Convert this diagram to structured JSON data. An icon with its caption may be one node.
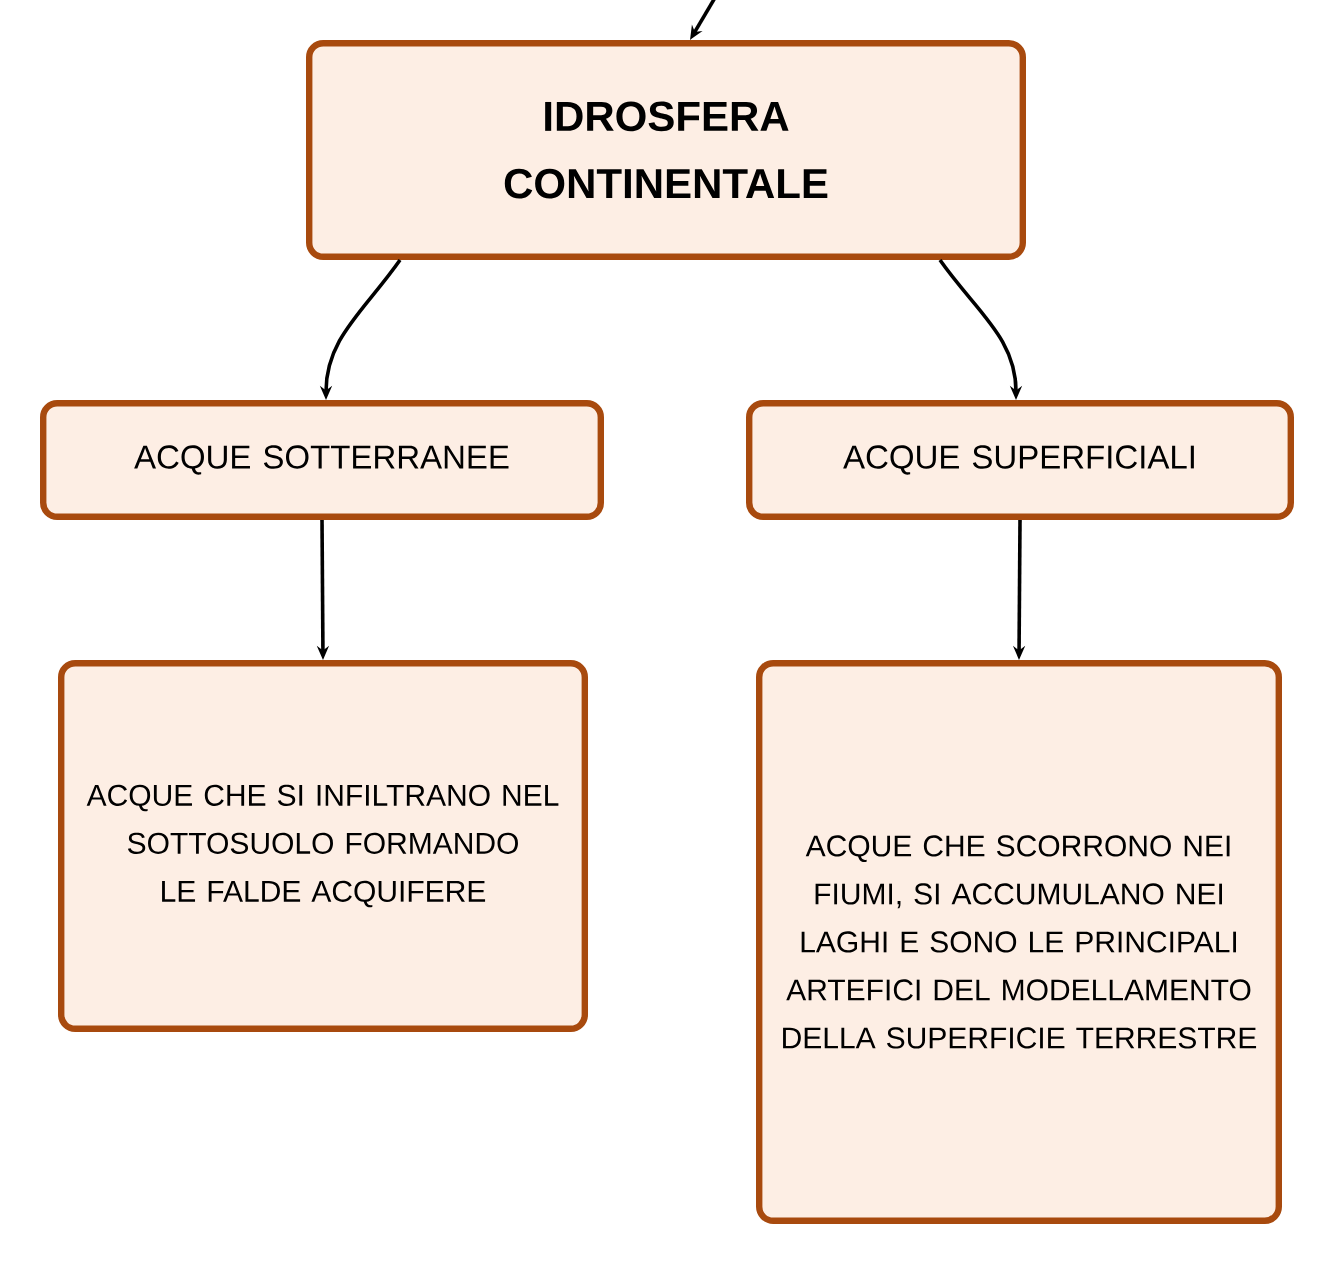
{
  "diagram": {
    "nodes": [
      {
        "text": [
          "IDROSFERA CONTINENTALE"
        ]
      },
      {
        "text": [
          "ACQUE SOTTERRANEE"
        ]
      },
      {
        "text": [
          "ACQUE SUPERFICIALI"
        ]
      },
      {
        "text": [
          "ACQUE CHE SI INFILTRANO NEL SOTTOSUOLO FORMANDO LE FALDE ACQUIFERE"
        ]
      },
      {
        "text": [
          "ACQUE CHE SCORRONO NEI FIUMI, SI ACCUMULANO NEI LAGHI E SONO LE PRINCIPALI ARTEFICI DEL MODELLAMENTO DELLA SUPERFICIE TERRESTRE"
        ]
      }
    ],
    "edges": [
      {
        "from": null,
        "to": 0,
        "arrow": "to"
      },
      {
        "from": 0,
        "to": 1,
        "arrow": "to"
      },
      {
        "from": 0,
        "to": 2,
        "arrow": "to"
      },
      {
        "from": 1,
        "to": 3,
        "arrow": "to"
      },
      {
        "from": 2,
        "to": 4,
        "arrow": "to"
      }
    ]
  }
}
